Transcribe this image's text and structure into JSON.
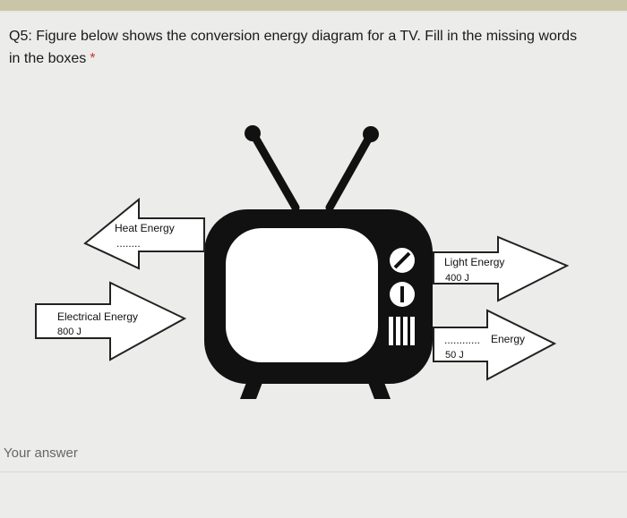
{
  "question": {
    "text": "Q5: Figure below shows the conversion energy diagram for a TV. Fill in the missing words in the boxes",
    "required_mark": "*"
  },
  "diagram": {
    "heat": {
      "label": "Heat Energy",
      "blank": "........"
    },
    "electrical": {
      "label": "Electrical Energy",
      "value": "800 J"
    },
    "light": {
      "label": "Light Energy",
      "value": "400 J"
    },
    "unknown": {
      "blank": "............",
      "label": "Energy",
      "value": "50 J"
    }
  },
  "answer": {
    "placeholder": "Your answer"
  }
}
